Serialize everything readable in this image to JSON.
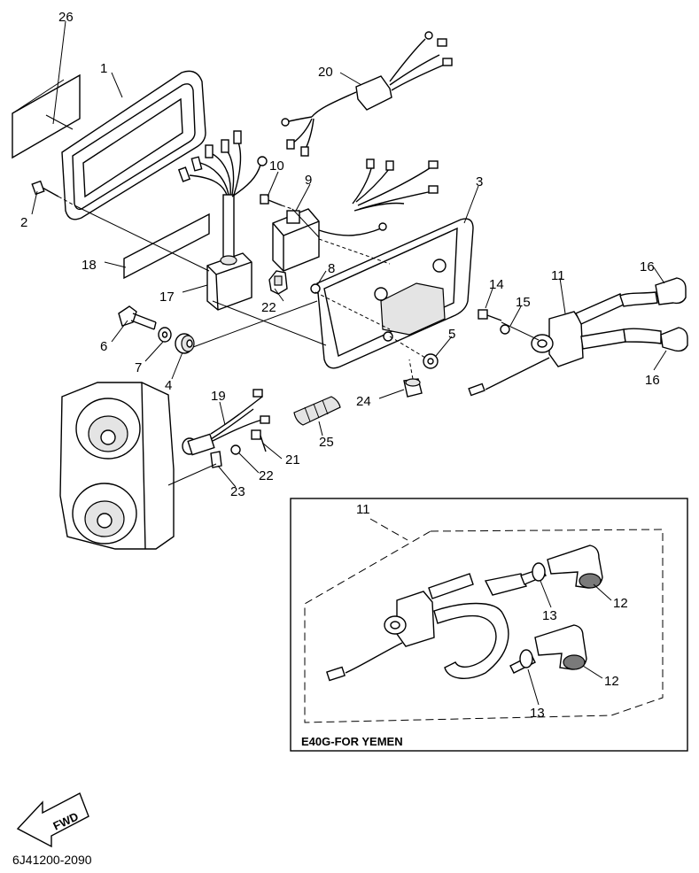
{
  "diagram": {
    "callouts": {
      "c1": "1",
      "c2": "2",
      "c3": "3",
      "c4": "4",
      "c5": "5",
      "c6": "6",
      "c7": "7",
      "c8": "8",
      "c9": "9",
      "c10": "10",
      "c11": "11",
      "c11b": "11",
      "c12a": "12",
      "c12b": "12",
      "c13a": "13",
      "c13b": "13",
      "c14": "14",
      "c15": "15",
      "c16a": "16",
      "c16b": "16",
      "c17": "17",
      "c18": "18",
      "c19": "19",
      "c20": "20",
      "c21": "21",
      "c22a": "22",
      "c22b": "22",
      "c23": "23",
      "c24": "24",
      "c25": "25",
      "c26": "26"
    },
    "inset_caption": "E40G-FOR YEMEN",
    "fwd_label": "FWD",
    "drawing_code": "6J41200-2090"
  }
}
